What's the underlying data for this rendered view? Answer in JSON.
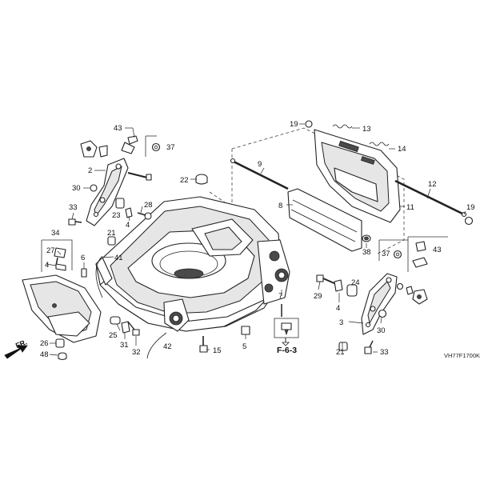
{
  "callouts": [
    {
      "id": "c43a",
      "num": "43"
    },
    {
      "id": "c37a",
      "num": "37"
    },
    {
      "id": "c2",
      "num": "2"
    },
    {
      "id": "c30a",
      "num": "30"
    },
    {
      "id": "c33a",
      "num": "33"
    },
    {
      "id": "c23",
      "num": "23"
    },
    {
      "id": "c28",
      "num": "28"
    },
    {
      "id": "c4a",
      "num": "4"
    },
    {
      "id": "c22",
      "num": "22"
    },
    {
      "id": "c21a",
      "num": "21"
    },
    {
      "id": "c34",
      "num": "34"
    },
    {
      "id": "c27",
      "num": "27"
    },
    {
      "id": "c4b",
      "num": "4"
    },
    {
      "id": "c6",
      "num": "6"
    },
    {
      "id": "c41",
      "num": "41"
    },
    {
      "id": "c9",
      "num": "9"
    },
    {
      "id": "c8",
      "num": "8"
    },
    {
      "id": "c19a",
      "num": "19"
    },
    {
      "id": "c13",
      "num": "13"
    },
    {
      "id": "c14",
      "num": "14"
    },
    {
      "id": "c12",
      "num": "12"
    },
    {
      "id": "c11",
      "num": "11"
    },
    {
      "id": "c19b",
      "num": "19"
    },
    {
      "id": "c38",
      "num": "38"
    },
    {
      "id": "c37b",
      "num": "37"
    },
    {
      "id": "c43b",
      "num": "43"
    },
    {
      "id": "c7",
      "num": "7"
    },
    {
      "id": "c29",
      "num": "29"
    },
    {
      "id": "c24",
      "num": "24"
    },
    {
      "id": "c4c",
      "num": "4"
    },
    {
      "id": "c3",
      "num": "3"
    },
    {
      "id": "c30b",
      "num": "30"
    },
    {
      "id": "c21b",
      "num": "21"
    },
    {
      "id": "c33b",
      "num": "33"
    },
    {
      "id": "c25",
      "num": "25"
    },
    {
      "id": "c31",
      "num": "31"
    },
    {
      "id": "c32",
      "num": "32"
    },
    {
      "id": "c42",
      "num": "42"
    },
    {
      "id": "c15",
      "num": "15"
    },
    {
      "id": "c5",
      "num": "5"
    },
    {
      "id": "c26",
      "num": "26"
    },
    {
      "id": "c48",
      "num": "48"
    }
  ],
  "reference_label": "F-6-3",
  "front_marker": "FR.",
  "diagram_code": "VH77F1700K"
}
